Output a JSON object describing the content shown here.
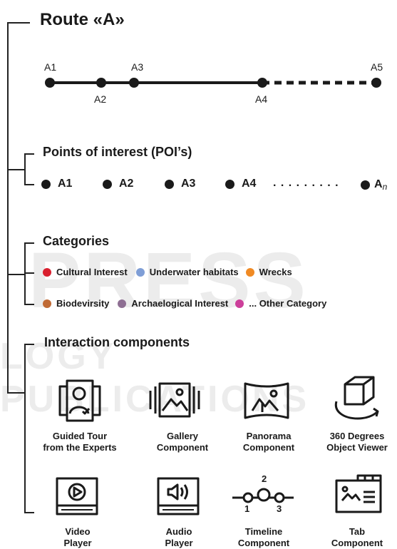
{
  "route": {
    "title": "Route «A»",
    "points": [
      {
        "label": "A1",
        "pos": "top"
      },
      {
        "label": "A2",
        "pos": "bottom"
      },
      {
        "label": "A3",
        "pos": "top"
      },
      {
        "label": "A4",
        "pos": "bottom"
      },
      {
        "label": "A5",
        "pos": "top"
      }
    ]
  },
  "poi": {
    "title": "Points of interest  (POI’s)",
    "items": [
      "A1",
      "A2",
      "A3",
      "A4"
    ],
    "ellipsis": ". . . . . . . . .",
    "last": "A",
    "last_sub": "n"
  },
  "categories": {
    "title": "Categories",
    "row1": [
      {
        "label": "Cultural Interest",
        "color": "#d9202f"
      },
      {
        "label": "Underwater habitats",
        "color": "#7f9ed6"
      },
      {
        "label": "Wrecks",
        "color": "#f08a24"
      }
    ],
    "row2": [
      {
        "label": "Biodevirsity",
        "color": "#c06a35"
      },
      {
        "label": "Archaelogical Interest",
        "color": "#8e6f93"
      },
      {
        "label": "... Other Category",
        "color": "#cc3f9a"
      }
    ]
  },
  "components": {
    "title": "Interaction components",
    "items": [
      {
        "line1": "Guided Tour",
        "line2": "from the Experts",
        "icon": "guided-tour-icon"
      },
      {
        "line1": "Gallery",
        "line2": "Component",
        "icon": "gallery-icon"
      },
      {
        "line1": "Panorama",
        "line2": "Component",
        "icon": "panorama-icon"
      },
      {
        "line1": "360 Degrees",
        "line2": "Object Viewer",
        "icon": "cube-360-icon"
      },
      {
        "line1": "Video",
        "line2": "Player",
        "icon": "video-player-icon"
      },
      {
        "line1": "Audio",
        "line2": "Player",
        "icon": "audio-player-icon"
      },
      {
        "line1": "Timeline",
        "line2": "Component",
        "icon": "timeline-icon"
      },
      {
        "line1": "Tab",
        "line2": "Component",
        "icon": "tab-icon"
      }
    ],
    "timeline_numbers": [
      "1",
      "2",
      "3"
    ]
  },
  "watermark": {
    "line1": "PRESS",
    "line2": "LOGY PUBLICATIONS"
  }
}
